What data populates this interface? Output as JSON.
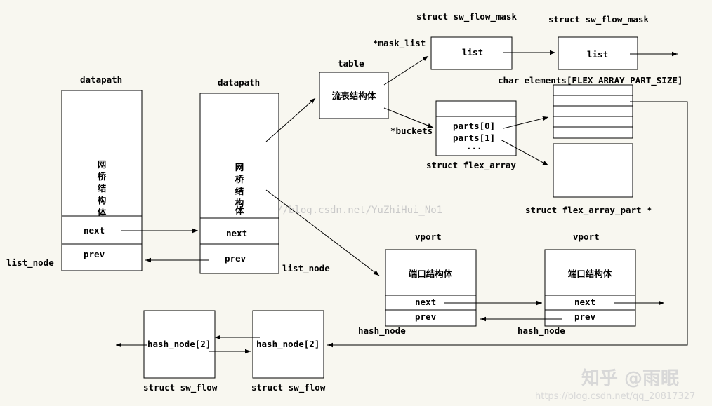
{
  "labels": {
    "dp1_title": "datapath",
    "dp1_body": [
      "网",
      "桥",
      "结",
      "构",
      "体"
    ],
    "dp1_next": "next",
    "dp1_prev": "prev",
    "dp1_listnode": "list_node",
    "dp2_title": "datapath",
    "dp2_body": [
      "网",
      "桥",
      "结",
      "构",
      "体"
    ],
    "dp2_next": "next",
    "dp2_prev": "prev",
    "dp2_listnode": "list_node",
    "table_title": "table",
    "table_body": "流表结构体",
    "mask_list_label": "*mask_list",
    "buckets_label": "*buckets",
    "mask1_title": "struct sw_flow_mask",
    "mask1_list": "list",
    "mask2_title": "struct sw_flow_mask",
    "mask2_list": "list",
    "elements_title": "char elements[FLEX_ARRAY_PART_SIZE]",
    "flex_parts0": "parts[0]",
    "flex_parts1": "parts[1]",
    "flex_dots": "...",
    "flex_title": "struct flex_array",
    "flex_part_title": "struct flex_array_part *",
    "vport1_title": "vport",
    "vport1_body": "端口结构体",
    "vport1_next": "next",
    "vport1_prev": "prev",
    "vport1_hashnode": "hash_node",
    "vport2_title": "vport",
    "vport2_body": "端口结构体",
    "vport2_next": "next",
    "vport2_prev": "prev",
    "vport2_hashnode": "hash_node",
    "flow1_hash": "hash_node[2]",
    "flow1_title": "struct sw_flow",
    "flow2_hash": "hash_node[2]",
    "flow2_title": "struct sw_flow"
  },
  "watermarks": {
    "blog_url": "http://blog.csdn.net/YuZhiHui_No1",
    "zhihu": "知乎 @雨眠",
    "csdn_url": "https://blog.csdn.net/qq_20817327"
  }
}
